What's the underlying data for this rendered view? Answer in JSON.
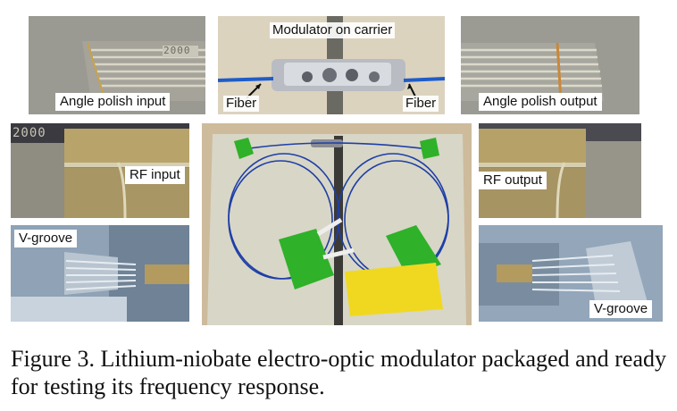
{
  "figure": {
    "panels": {
      "angle_polish_input": {
        "label": "Angle polish input",
        "chip_marking": "2000"
      },
      "modulator_on_carrier": {
        "title": "Modulator on carrier",
        "fiber_left": "Fiber",
        "fiber_right": "Fiber"
      },
      "angle_polish_output": {
        "label": "Angle polish output"
      },
      "rf_input": {
        "label": "RF input",
        "chip_marking": "2000"
      },
      "rf_output": {
        "label": "RF output"
      },
      "v_groove_left": {
        "label": "V-groove"
      },
      "v_groove_right": {
        "label": "V-groove"
      }
    },
    "caption": "Figure 3. Lithium-niobate electro-optic modulator packaged and ready for testing its frequency response."
  }
}
